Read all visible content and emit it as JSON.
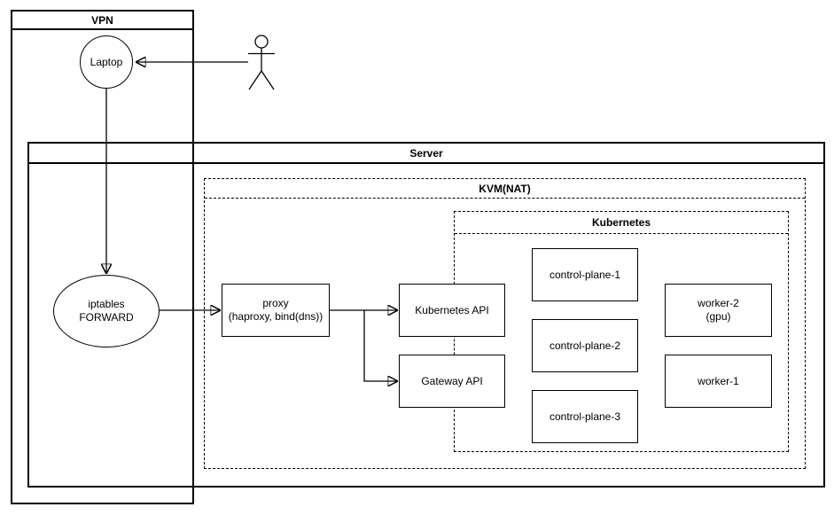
{
  "containers": {
    "vpn": "VPN",
    "server": "Server",
    "kvm": "KVM(NAT)",
    "kubernetes": "Kubernetes"
  },
  "nodes": {
    "laptop": "Laptop",
    "iptables": {
      "lines": [
        "iptables",
        "FORWARD"
      ]
    },
    "proxy": {
      "lines": [
        "proxy",
        "(haproxy, bind(dns))"
      ]
    },
    "kubernetes_api": "Kubernetes API",
    "gateway_api": "Gateway API",
    "control_plane_1": "control-plane-1",
    "control_plane_2": "control-plane-2",
    "control_plane_3": "control-plane-3",
    "worker_2": {
      "lines": [
        "worker-2",
        "(gpu)"
      ]
    },
    "worker_1": "worker-1"
  },
  "icons": {
    "user_actor": "stick-figure-person"
  },
  "colors": {
    "stroke": "#000000",
    "background": "#ffffff",
    "text": "#000000"
  }
}
